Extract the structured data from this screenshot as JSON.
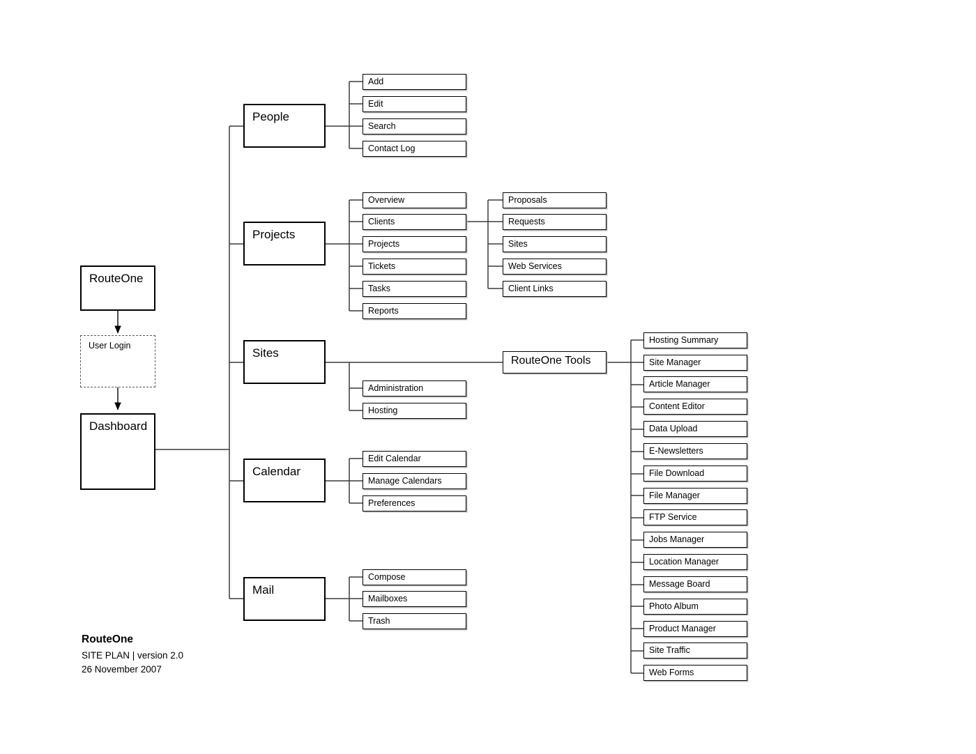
{
  "document": {
    "title": "RouteOne",
    "subtitle": "SITE PLAN  |  version 2.0",
    "date": "26 November 2007"
  },
  "colors": {
    "stroke": "#000000",
    "wire": "#3a3a3a",
    "dashed_stroke": "#555555",
    "shadow": "#b9b9b9",
    "background": "#ffffff"
  },
  "flow": {
    "root": "RouteOne",
    "gate": "User Login",
    "hub": "Dashboard"
  },
  "sections": [
    {
      "id": "people",
      "label": "People",
      "children": [
        "Add",
        "Edit",
        "Search",
        "Contact Log"
      ]
    },
    {
      "id": "projects",
      "label": "Projects",
      "children": [
        "Overview",
        "Clients",
        "Projects",
        "Tickets",
        "Tasks",
        "Reports"
      ],
      "grandchildren_of": "Clients",
      "grandchildren": [
        "Proposals",
        "Requests",
        "Sites",
        "Web Services",
        "Client Links"
      ]
    },
    {
      "id": "sites",
      "label": "Sites",
      "children": [
        "Administration",
        "Hosting"
      ],
      "tools_hub": "RouteOne Tools"
    },
    {
      "id": "calendar",
      "label": "Calendar",
      "children": [
        "Edit Calendar",
        "Manage Calendars",
        "Preferences"
      ]
    },
    {
      "id": "mail",
      "label": "Mail",
      "children": [
        "Compose",
        "Mailboxes",
        "Trash"
      ]
    }
  ],
  "tools": {
    "label": "RouteOne Tools",
    "items": [
      "Hosting Summary",
      "Site Manager",
      "Article Manager",
      "Content Editor",
      "Data Upload",
      "E-Newsletters",
      "File Download",
      "File Manager",
      "FTP Service",
      "Jobs Manager",
      "Location Manager",
      "Message Board",
      "Photo Album",
      "Product Manager",
      "Site Traffic",
      "Web Forms"
    ]
  }
}
